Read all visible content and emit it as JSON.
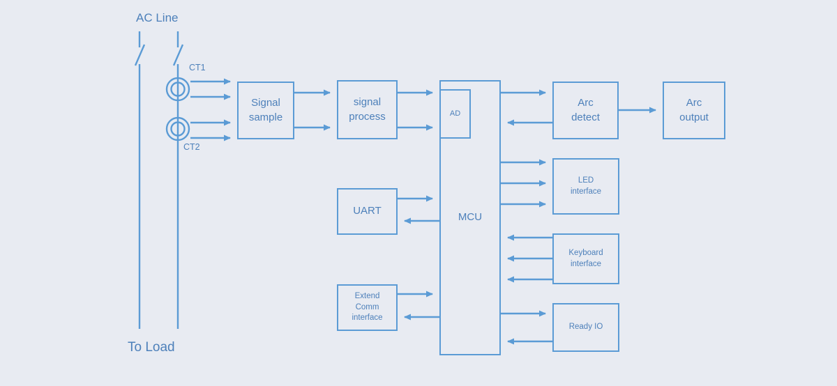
{
  "diagram": {
    "labels": {
      "ac_line": "AC Line",
      "to_load": "To Load",
      "ct1": "CT1",
      "ct2": "CT2"
    },
    "blocks": {
      "signal_sample": "Signal sample",
      "signal_process": "signal process",
      "ad": "AD",
      "mcu": "MCU",
      "arc_detect": "Arc detect",
      "arc_output": "Arc output",
      "led_interface": "LED interface",
      "keyboard_interface": "Keyboard interface",
      "ready_io": "Ready IO",
      "uart": "UART",
      "extend_comm": "Extend Comm interface"
    },
    "colors": {
      "line": "#5b9bd5",
      "text": "#4d80ba",
      "background": "#e8ebf2"
    }
  }
}
